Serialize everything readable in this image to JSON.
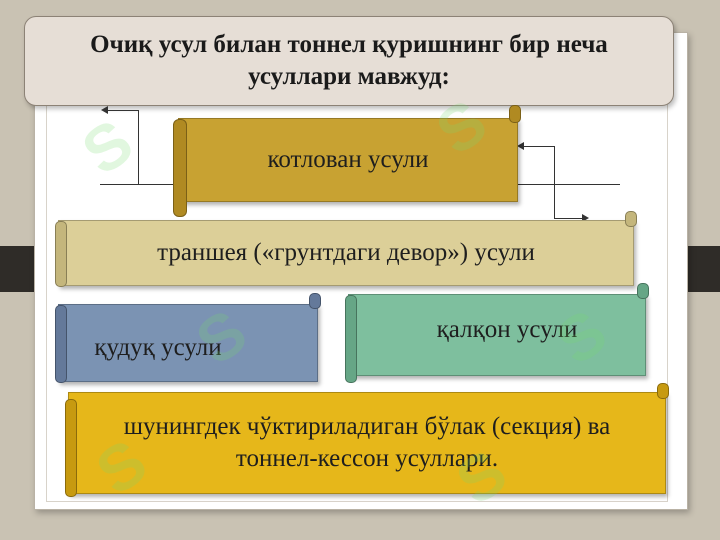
{
  "title": {
    "line1": "Очиқ усул билан тоннел қуришнинг бир неча",
    "line2": "усуллари мавжуд:"
  },
  "methods": {
    "kotlovan": "котлован усули",
    "transheya": "траншея («грунтдаги девор») усули",
    "kuduk": "қудуқ усули",
    "kalkon": "қалқон усули",
    "shuningdek_line1": "шунингдек чўктириладиган бўлак (секция) ва",
    "shuningdek_line2": "тоннел-кессон усуллари."
  },
  "colors": {
    "kotlovan": "#c8a232",
    "transheya": "#dccf98",
    "kuduk": "#7b93b3",
    "kalkon": "#7ebf9e",
    "shuningdek": "#e6b71a"
  }
}
